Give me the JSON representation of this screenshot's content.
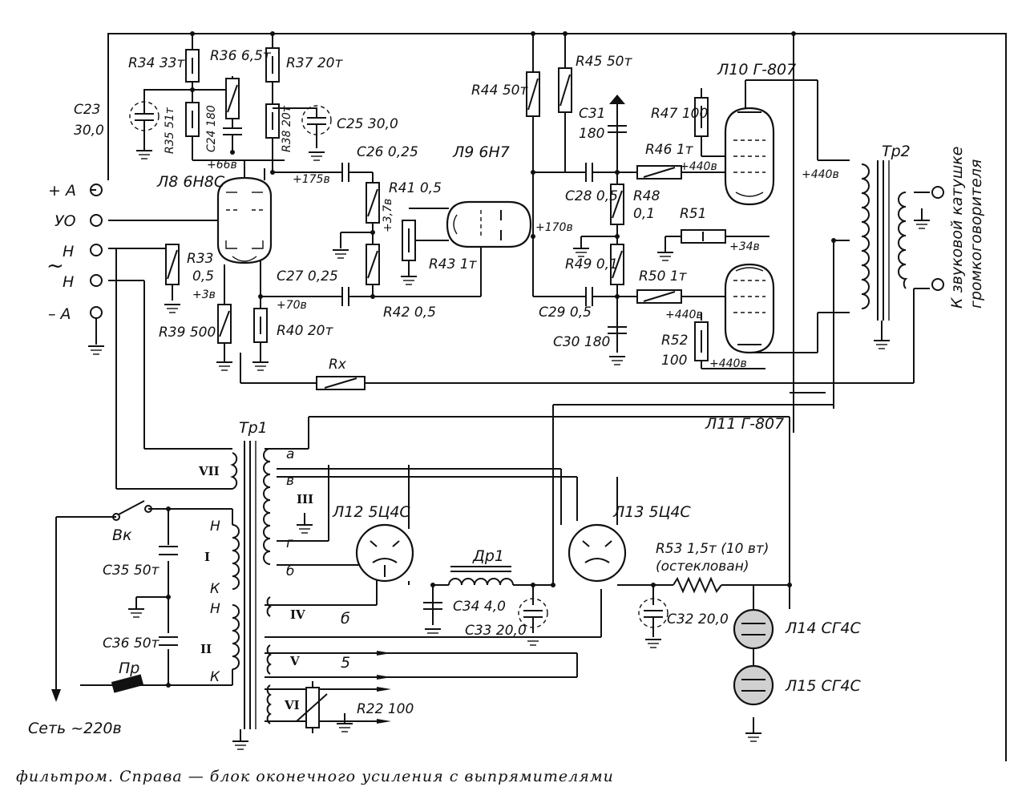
{
  "terminals": {
    "plus_a": "+ A",
    "uo": "УО",
    "h1": "Н",
    "h2": "Н",
    "minus_a": "– А",
    "tilde": "~"
  },
  "tubes": {
    "l8": "Л8 6Н8С",
    "l9": "Л9 6Н7",
    "l10": "Л10 Г-807",
    "l11": "Л11 Г-807",
    "l12": "Л12 5Ц4С",
    "l13": "Л13 5Ц4С",
    "l14": "Л14 СГ4С",
    "l15": "Л15 СГ4С"
  },
  "resistors": {
    "r22": "R22 100",
    "r33": "R33",
    "r33_val": "0,5",
    "r34": "R34 33т",
    "r35": "R35 51т",
    "r36": "R36 6,5т",
    "r37": "R37 20т",
    "r38": "R38 20т",
    "r39": "R39 500",
    "r40": "R40 20т",
    "r41": "R41 0,5",
    "r42": "R42 0,5",
    "r43": "R43 1т",
    "r44": "R44 50т",
    "r45": "R45 50т",
    "r46": "R46 1т",
    "r47": "R47 100",
    "r48": "R48",
    "r48_val": "0,1",
    "r49": "R49 0,1",
    "r50": "R50 1т",
    "r51": "R51",
    "r52": "R52",
    "r52_val": "100",
    "r53": "R53 1,5т (10 вт)",
    "r53_note": "(остеклован)",
    "rx": "Rx"
  },
  "capacitors": {
    "c23": "C23",
    "c23_val": "30,0",
    "c24": "C24 180",
    "c25": "C25 30,0",
    "c26": "C26 0,25",
    "c27": "C27 0,25",
    "c28": "C28 0,5",
    "c29": "C29 0,5",
    "c30": "C30 180",
    "c31": "C31",
    "c31_val": "180",
    "c32": "C32 20,0",
    "c33": "C33 20,0",
    "c34": "C34 4,0",
    "c35": "C35 50т",
    "c36": "C36 50т"
  },
  "voltages": {
    "v66": "+66в",
    "v175": "+175в",
    "v3": "+3в",
    "v70": "+70в",
    "v37": "+3,7в",
    "v170": "+170в",
    "v440_a": "+440в",
    "v440_b": "+440в",
    "v440_c": "+440в",
    "v440_d": "+440в",
    "v34": "+34в"
  },
  "transformers": {
    "tr1": "Tp1",
    "tr2": "Tp2",
    "dr1": "Др1",
    "windings": {
      "w1": "I",
      "w2": "II",
      "w3": "III",
      "w4": "IV",
      "w5": "V",
      "w6": "VI",
      "w7": "VII"
    },
    "taps": {
      "a": "а",
      "v": "в",
      "g": "г",
      "b": "б",
      "n1": "Н",
      "g_upper": "Г",
      "k1": "К",
      "n2": "Н",
      "k2": "К",
      "six": "б",
      "five": "5"
    }
  },
  "misc": {
    "switch": "Вк",
    "fuse": "Пр",
    "mains": "Сеть ~220в",
    "speaker_line1": "К звуковой катушке",
    "speaker_line2": "громкоговорителя"
  },
  "caption": "фильтром. Справа — блок оконечного усиления с выпрямителями"
}
